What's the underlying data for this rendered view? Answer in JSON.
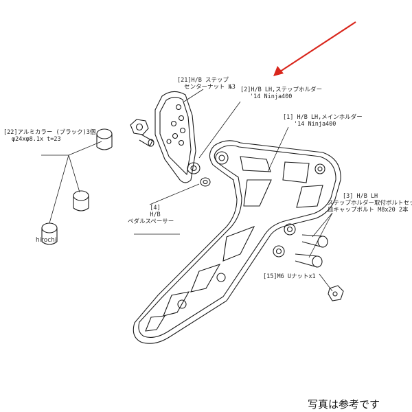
{
  "watermark": "hirochi",
  "caption": "写真は参考です",
  "colors": {
    "arrow": "#d9261c",
    "line": "#1a1a1a"
  },
  "parts": {
    "p21": {
      "line1": "[21]H/B ステップ",
      "line2": "センターナット №3"
    },
    "p2": {
      "line1": "[2]H/B LH,ステップホルダー",
      "line2": "'14 Ninja400"
    },
    "p1": {
      "line1": "[1] H/B LH,メインホルダー",
      "line2": "'14 Ninja400"
    },
    "p22": {
      "line1": "[22]アルミカラー (ブラック)3個",
      "line2": "φ24xφ8.1x t=23"
    },
    "p4": {
      "line1": "[4]",
      "line2": "H/B",
      "line3": "ペダルスペーサー"
    },
    "p3": {
      "line1": "[3]   H/B LH",
      "line2": "ステップホルダー取付ボルトセット",
      "line3": "皿キャップボルト M8x20 2本"
    },
    "p15": {
      "line1": "[15]M6 Uナットx1"
    }
  }
}
